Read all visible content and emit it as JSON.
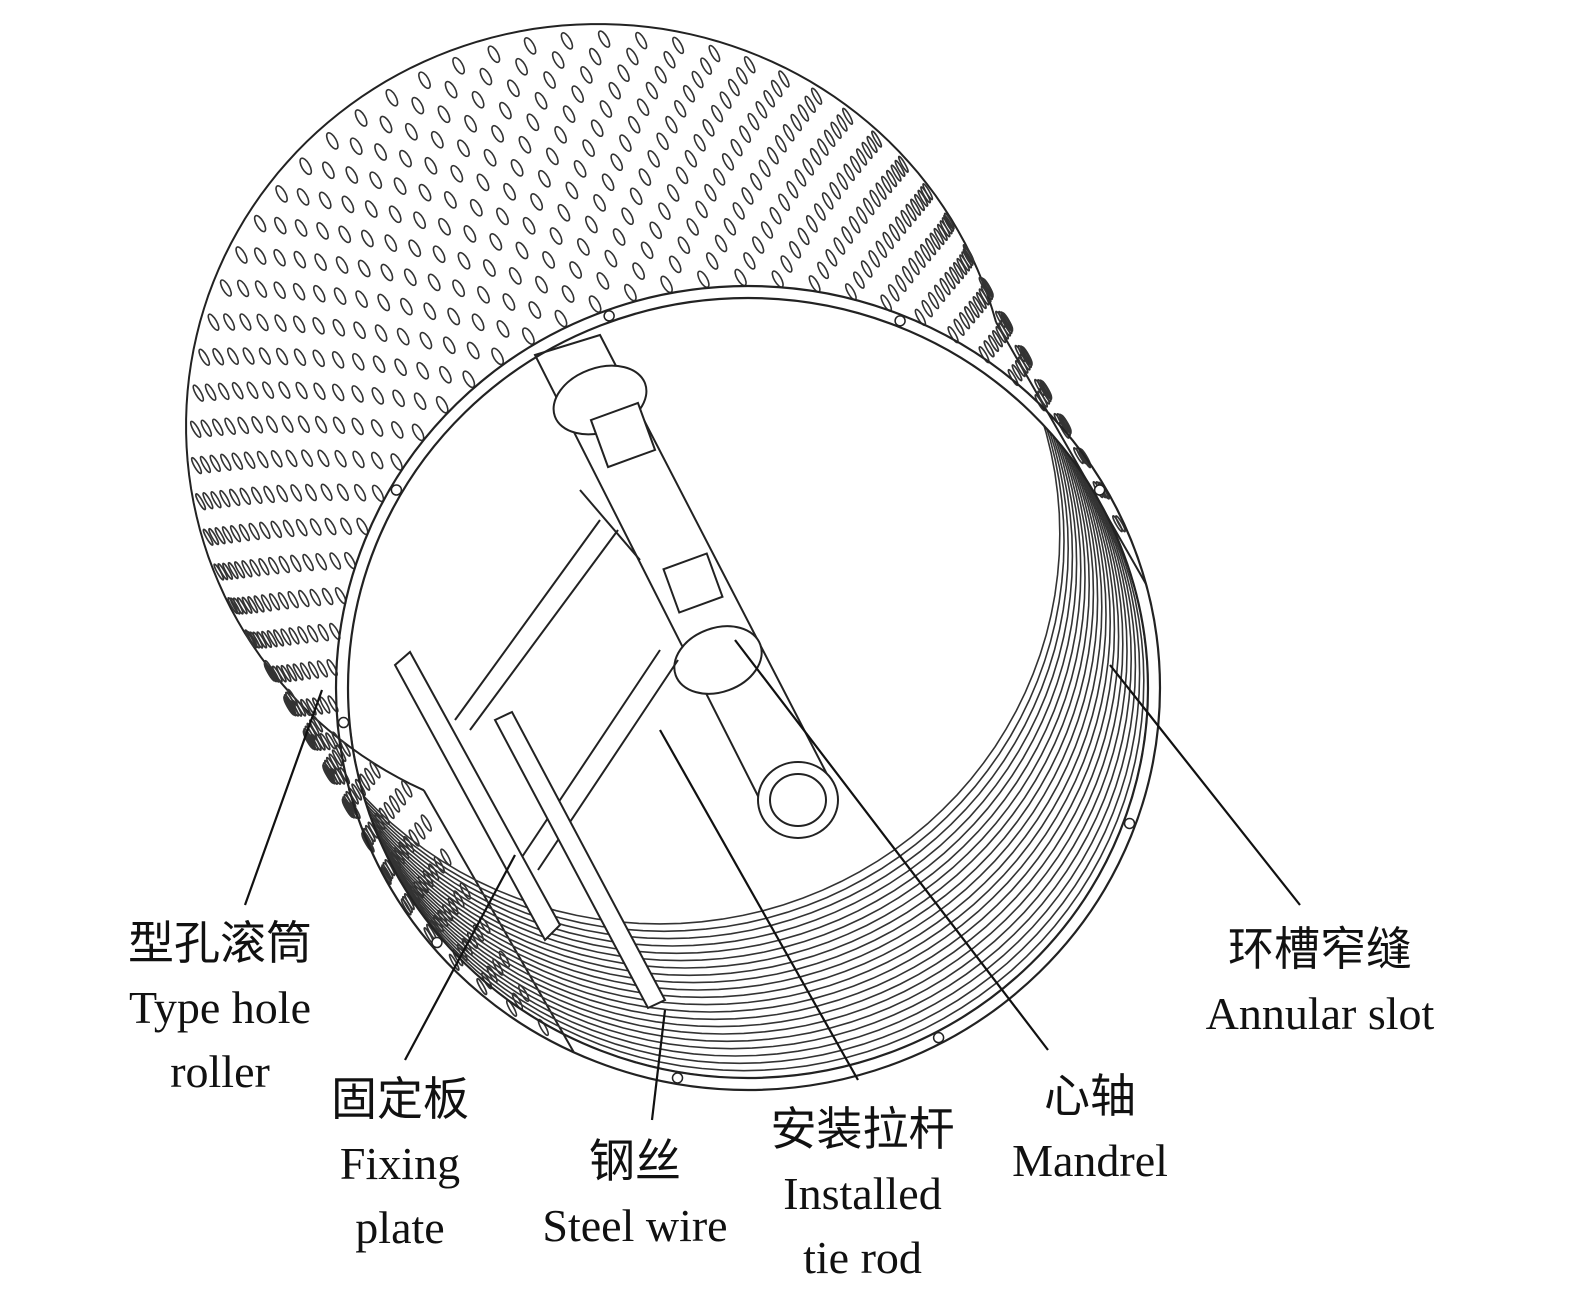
{
  "labels": {
    "roller": {
      "zh": "型孔滚筒",
      "en1": "Type hole",
      "en2": "roller"
    },
    "fixing_plate": {
      "zh": "固定板",
      "en1": "Fixing",
      "en2": "plate"
    },
    "steel_wire": {
      "zh": "钢丝",
      "en1": "Steel wire"
    },
    "tie_rod": {
      "zh": "安装拉杆",
      "en1": "Installed",
      "en2": "tie rod"
    },
    "mandrel": {
      "zh": "心轴",
      "en1": "Mandrel"
    },
    "annular_slot": {
      "zh": "环槽窄缝",
      "en1": "Annular slot"
    }
  },
  "colors": {
    "line": "#222222",
    "background": "#ffffff"
  }
}
